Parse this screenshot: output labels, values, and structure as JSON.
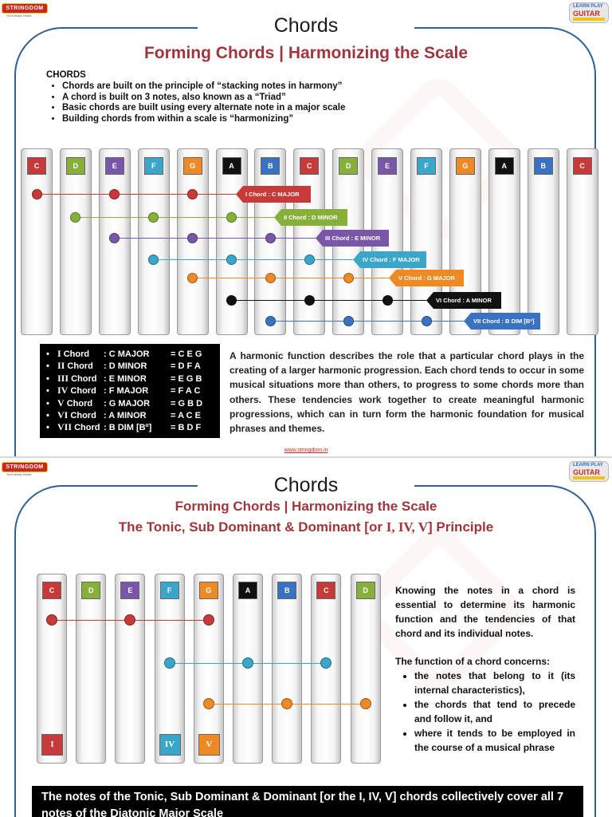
{
  "colors": {
    "C": "#c63a3a",
    "D": "#86b03a",
    "E": "#7a56a8",
    "F": "#3aa6c9",
    "G": "#ee8a26",
    "A": "#111111",
    "B": "#3a72c2",
    "frame": "#2e5f97",
    "subtitle": "#a0353b"
  },
  "branding": {
    "left_logo": "STRINGDOM",
    "left_tagline": "Your Music Home",
    "right_logo_line1": "LEARN PLAY",
    "right_logo_line2": "GUITAR",
    "footer_url": "www.stringdom.in"
  },
  "slide1": {
    "title": "Chords",
    "subtitle": "Forming Chords | Harmonizing the Scale",
    "bullets_heading": "CHORDS",
    "bullets": [
      "Chords are built on the principle of “stacking notes in harmony”",
      "A chord is built on 3 notes, also known as a “Triad”",
      "Basic chords are built using every alternate note in a major scale",
      "Building chords from within a scale is “harmonizing”"
    ],
    "keys": [
      "C",
      "D",
      "E",
      "F",
      "G",
      "A",
      "B",
      "C",
      "D",
      "E",
      "F",
      "G",
      "A",
      "B",
      "C"
    ],
    "chords": [
      {
        "label": "I Chord : C MAJOR",
        "roman": "I",
        "note": "C",
        "positions": [
          0,
          2,
          4
        ]
      },
      {
        "label": "II Chord : D MINOR",
        "roman": "II",
        "note": "D",
        "positions": [
          1,
          3,
          5
        ]
      },
      {
        "label": "III Chord : E MINOR",
        "roman": "III",
        "note": "E",
        "positions": [
          2,
          4,
          6
        ]
      },
      {
        "label": "IV Chord : F MAJOR",
        "roman": "IV",
        "note": "F",
        "positions": [
          3,
          5,
          7
        ]
      },
      {
        "label": "V Chord : G MAJOR",
        "roman": "V",
        "note": "G",
        "positions": [
          4,
          6,
          8
        ]
      },
      {
        "label": "VI Chord : A MINOR",
        "roman": "VI",
        "note": "A",
        "positions": [
          5,
          7,
          9
        ]
      },
      {
        "label": "VII Chord : B DIM [Bº]",
        "roman": "VII",
        "note": "B",
        "positions": [
          6,
          8,
          10
        ]
      }
    ],
    "legend": [
      {
        "roman": "I",
        "word": "Chord",
        "quality": ": C MAJOR",
        "notes": "= C  E  G"
      },
      {
        "roman": "II",
        "word": "Chord",
        "quality": ": D MINOR",
        "notes": "= D  F  A"
      },
      {
        "roman": "III",
        "word": "Chord",
        "quality": ": E MINOR",
        "notes": "= E  G  B"
      },
      {
        "roman": "IV",
        "word": "Chord",
        "quality": ": F MAJOR",
        "notes": "= F  A  C"
      },
      {
        "roman": "V",
        "word": "Chord",
        "quality": ": G MAJOR",
        "notes": "= G  B  D"
      },
      {
        "roman": "VI",
        "word": "Chord",
        "quality": ": A MINOR",
        "notes": "= A  C  E"
      },
      {
        "roman": "VII",
        "word": "Chord",
        "quality": ": B DIM [Bº]",
        "notes": "= B  D  F"
      }
    ],
    "paragraph": "A harmonic function describes the role that a particular chord plays in the creating of a larger harmonic progression. Each chord tends to occur in some musical situations more than others, to progress to some chords more than others. These tendencies work together to create meaningful harmonic progressions, which can in turn form the harmonic foundation for musical phrases and themes."
  },
  "slide2": {
    "title": "Chords",
    "subtitle": "Forming Chords | Harmonizing the Scale",
    "subtitle2_prefix": "The Tonic, Sub Dominant & Dominant [or ",
    "subtitle2_roman": "I, IV, V",
    "subtitle2_suffix": "] Principle",
    "keys": [
      "C",
      "D",
      "E",
      "F",
      "G",
      "A",
      "B",
      "C",
      "D"
    ],
    "chords": [
      {
        "roman": "I",
        "note": "C",
        "positions": [
          0,
          2,
          4
        ]
      },
      {
        "roman": "IV",
        "note": "F",
        "positions": [
          3,
          5,
          7
        ]
      },
      {
        "roman": "V",
        "note": "G",
        "positions": [
          4,
          6,
          8
        ]
      }
    ],
    "para_intro": "Knowing the notes in a chord is essential to determine its harmonic function and the tendencies of that chord and its individual notes.",
    "para_function": "The function of a chord concerns:",
    "para_bullets": [
      "the notes that belong to it (its internal characteristics),",
      "the chords that tend to precede and follow it, and",
      "where it tends to be employed in the course of a musical phrase"
    ],
    "banner": "The notes of the Tonic, Sub Dominant & Dominant [or the I, IV, V] chords collectively cover all 7 notes of the Diatonic Major Scale"
  }
}
